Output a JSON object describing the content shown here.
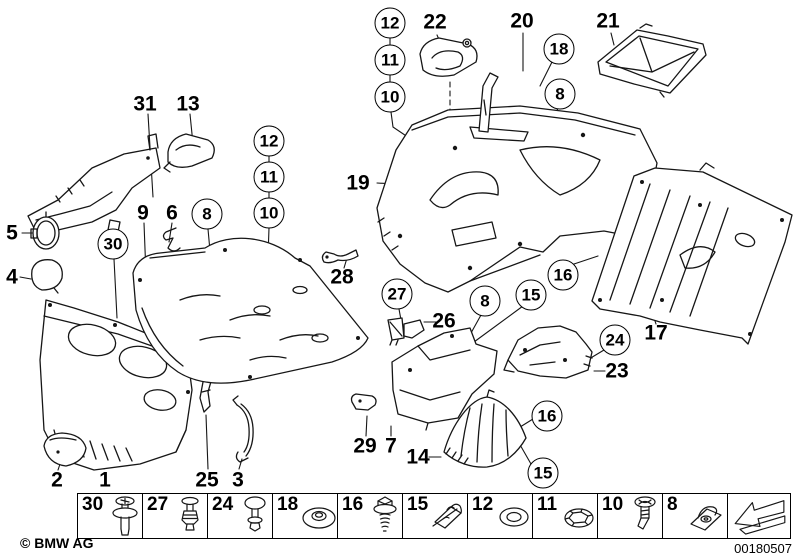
{
  "meta": {
    "copyright": "© BMW AG",
    "doc_number": "00180507"
  },
  "diagram": {
    "description": "Underbody protection / air ducts exploded parts diagram",
    "line_color": "#161616",
    "background": "#ffffff"
  },
  "callouts": {
    "plain": [
      {
        "label": "31"
      },
      {
        "label": "13"
      },
      {
        "label": "22"
      },
      {
        "label": "20"
      },
      {
        "label": "21"
      },
      {
        "label": "19"
      },
      {
        "label": "5"
      },
      {
        "label": "4"
      },
      {
        "label": "9"
      },
      {
        "label": "6"
      },
      {
        "label": "28"
      },
      {
        "label": "26"
      },
      {
        "label": "23"
      },
      {
        "label": "17"
      },
      {
        "label": "2"
      },
      {
        "label": "1"
      },
      {
        "label": "25"
      },
      {
        "label": "3"
      },
      {
        "label": "29"
      },
      {
        "label": "7"
      },
      {
        "label": "14"
      }
    ],
    "circled": [
      {
        "label": "12"
      },
      {
        "label": "11"
      },
      {
        "label": "10"
      },
      {
        "label": "18"
      },
      {
        "label": "8"
      },
      {
        "label": "12"
      },
      {
        "label": "11"
      },
      {
        "label": "10"
      },
      {
        "label": "30"
      },
      {
        "label": "8"
      },
      {
        "label": "27"
      },
      {
        "label": "8"
      },
      {
        "label": "15"
      },
      {
        "label": "16"
      },
      {
        "label": "24"
      },
      {
        "label": "16"
      },
      {
        "label": "15"
      }
    ]
  },
  "legend": {
    "items": [
      {
        "label": "30",
        "icon": "expansion-rivet-icon"
      },
      {
        "label": "27",
        "icon": "push-rivet-icon"
      },
      {
        "label": "24",
        "icon": "pin-rivet-icon"
      },
      {
        "label": "18",
        "icon": "washer-disc-icon"
      },
      {
        "label": "16",
        "icon": "hex-screw-icon"
      },
      {
        "label": "15",
        "icon": "speed-nut-icon"
      },
      {
        "label": "12",
        "icon": "washer-ring-icon"
      },
      {
        "label": "11",
        "icon": "star-washer-icon"
      },
      {
        "label": "10",
        "icon": "pan-screw-icon"
      },
      {
        "label": "8",
        "icon": "cage-nut-icon"
      }
    ],
    "arrow_icon": "next-diagram-arrow-icon"
  }
}
